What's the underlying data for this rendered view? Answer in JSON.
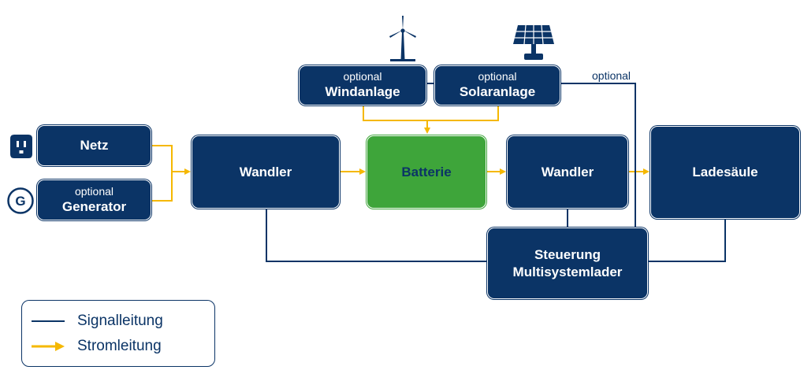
{
  "nodes": {
    "netz": {
      "main": "Netz"
    },
    "generator": {
      "sub": "optional",
      "main": "Generator"
    },
    "wandler_left": {
      "main": "Wandler"
    },
    "batterie": {
      "main": "Batterie"
    },
    "wandler_right": {
      "main": "Wandler"
    },
    "ladesaeule": {
      "main": "Ladesäule"
    },
    "windanlage": {
      "sub": "optional",
      "main": "Windanlage"
    },
    "solaranlage": {
      "sub": "optional",
      "main": "Solaranlage"
    },
    "steuerung": {
      "line1": "Steuerung",
      "line2": "Multisystemlader"
    }
  },
  "labels": {
    "signal_optional": "optional",
    "generator_icon_letter": "G"
  },
  "legend": {
    "signal": "Signalleitung",
    "strom": "Stromleitung"
  },
  "colors": {
    "box": "#0b3466",
    "battery": "#3ea53a",
    "power_line": "#f5b800",
    "signal_line": "#0b3466"
  },
  "icons": [
    "outlet-icon",
    "generator-icon",
    "wind-turbine-icon",
    "solar-panel-icon"
  ]
}
